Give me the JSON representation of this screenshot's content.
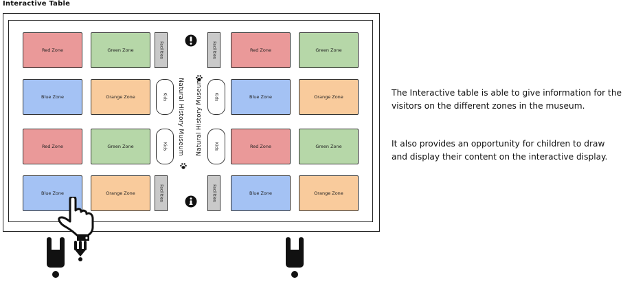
{
  "title": "Interactive Table",
  "zones": {
    "red": "Red Zone",
    "green": "Green Zone",
    "blue": "Blue Zone",
    "orange": "Orange Zone"
  },
  "facilities": "Facilities",
  "kids": "Kids",
  "museum_name": "Natural History Museum",
  "colors": {
    "red": "#ea9999",
    "green": "#b6d7a8",
    "blue": "#a4c2f4",
    "orange": "#f9cb9c",
    "facilities": "#c9c9c9"
  },
  "description": {
    "p1": "The Interactive table is able to give information for the visitors on the different zones in the museum.",
    "p2": "It also provides an opportunity for children to draw and display their content on the interactive display."
  },
  "icons": [
    "exclamation-icon",
    "info-icon",
    "paw-icon",
    "pointing-hand-icon",
    "person-icon"
  ]
}
